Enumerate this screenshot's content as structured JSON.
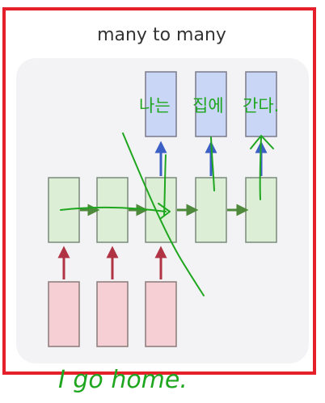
{
  "diagram": {
    "title": "many to many",
    "annotations": {
      "output_words": [
        "나는",
        "집에",
        "간다."
      ],
      "input_words": "I go home."
    },
    "colors": {
      "frame_red": "#e5202a",
      "panel": "#f3f3f5",
      "input_box_fill": "#f5cfd3",
      "input_box_stroke": "#8a8a8a",
      "hidden_box_fill": "#dcefd6",
      "output_box_fill": "#c9d6f5",
      "arrow_red": "#b03344",
      "arrow_green": "#4f8a3c",
      "arrow_blue": "#3b5fc4",
      "ink_green": "#1fa61f"
    },
    "icons": {
      "red_arrow": "arrow-up-icon",
      "green_arrow": "arrow-right-icon",
      "blue_arrow": "arrow-up-icon"
    }
  }
}
